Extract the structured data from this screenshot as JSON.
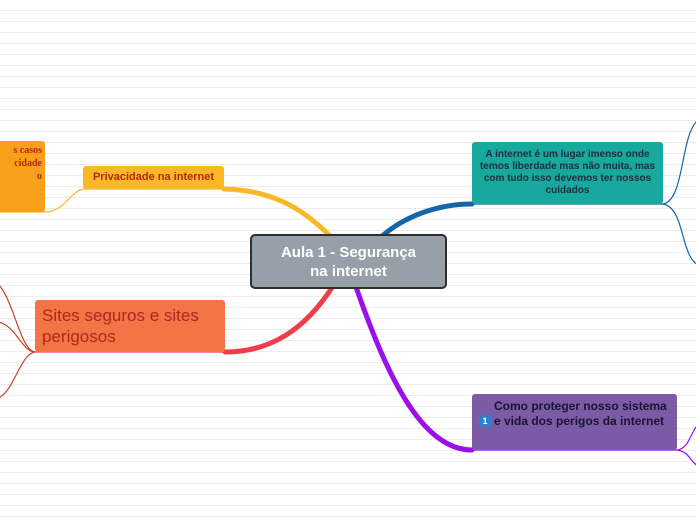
{
  "mindmap": {
    "center": {
      "line1": "Aula 1 - Segurança",
      "line2": "na internet"
    },
    "privacy": {
      "label": "Privacidade na internet",
      "color": "#fbb826"
    },
    "privacy_child": {
      "line1": "s casos",
      "line2": "cidade",
      "line3": "o"
    },
    "sites": {
      "label": "Sites seguros e sites perigosos",
      "color": "#f27545"
    },
    "internet": {
      "label": "A internet é um lugar imenso onde temos liberdade mas não muita, mas com tudo isso devemos ter nossos cuidados",
      "color": "#17a89e"
    },
    "protect": {
      "label": "Como proteger nosso sistema e vida dos perigos da internet",
      "badge": "1",
      "badge_icon": "number-one-icon",
      "color": "#7c5ba6"
    },
    "branch_colors": {
      "privacy": "#fbb826",
      "sites": "#ef3e4a",
      "internet": "#1565a8",
      "protect": "#9b10e8"
    }
  }
}
